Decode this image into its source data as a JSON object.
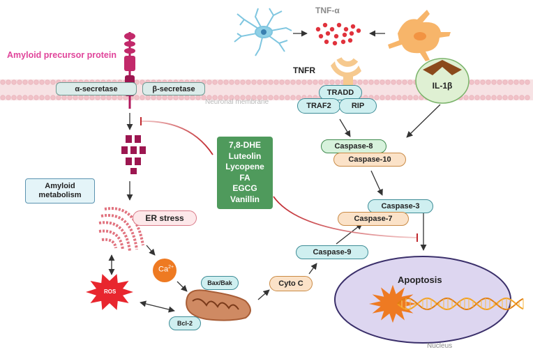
{
  "labels": {
    "app": "Amyloid precursor protein",
    "membrane": "Neuronal membrane",
    "alpha": "α-secretase",
    "beta": "β-secretase",
    "tnf": "TNF-α",
    "tnfr": "TNFR",
    "tradd": "TRADD",
    "traf2": "TRAF2",
    "rip": "RIP",
    "il1b": "IL-1β",
    "casp8": "Caspase-8",
    "casp10": "Caspase-10",
    "casp3": "Caspase-3",
    "casp7": "Caspase-7",
    "casp9": "Caspase-9",
    "cytoc": "Cyto C",
    "apoptosis": "Apoptosis",
    "nucleus": "Nucleus",
    "amyloid_metabolism": "Amyloid metabolism",
    "er_stress": "ER stress",
    "ca": "Ca",
    "ca_sup": "2+",
    "ros": "ROS",
    "baxbak": "Bax/Bak",
    "bcl2": "Bcl-2",
    "compounds": [
      "7,8-DHE",
      "Luteolin",
      "Lycopene",
      "FA",
      "EGCG",
      "Vanillin"
    ]
  },
  "colors": {
    "app_label": "#e0449a",
    "app_protein": "#b0185c",
    "membrane": "#f3cfd2",
    "compound_box": "#4f9a5c",
    "inhibition": "#c0282e",
    "caspase_green": "#d7f2dc",
    "caspase_orange": "#fbe2c8",
    "teal": "#cfeff0",
    "nucleus": "#ddd6f0",
    "ros": "#e8262e",
    "ca": "#ee7a22"
  },
  "icons": [
    "neuron-icon",
    "microglia-icon",
    "tnf-particles-icon",
    "tnfr-receptor-icon",
    "il1b-receptor-icon",
    "amyloid-fragments-icon",
    "endoplasmic-reticulum-icon",
    "mitochondrion-icon",
    "dna-icon"
  ]
}
